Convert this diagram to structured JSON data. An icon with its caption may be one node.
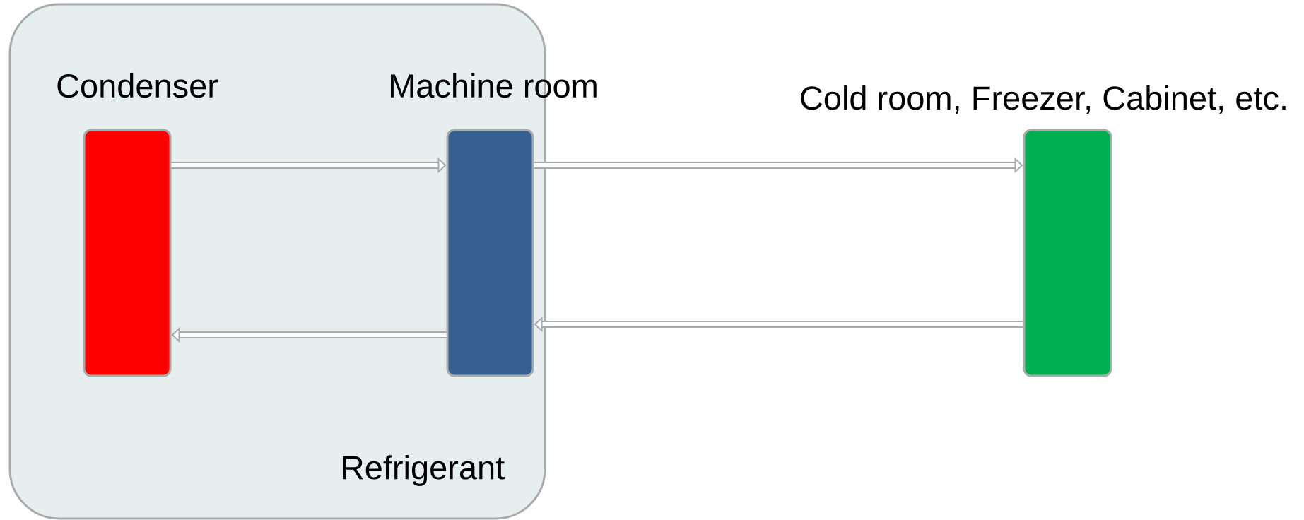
{
  "diagram": {
    "nodes": [
      {
        "text": [
          "Refrigerant"
        ]
      },
      {
        "text": [
          "Condenser"
        ],
        "in": 0
      },
      {
        "text": [
          "Machine room"
        ],
        "in": 0
      },
      {
        "text": [
          "Cold room, Freezer, Cabinet, etc."
        ]
      }
    ],
    "edges": [
      {
        "from": 1,
        "to": 2,
        "arrow": "to"
      },
      {
        "from": 2,
        "to": 3,
        "arrow": "to"
      },
      {
        "from": 3,
        "to": 2,
        "arrow": "to"
      },
      {
        "from": 2,
        "to": 1,
        "arrow": "to"
      }
    ]
  }
}
